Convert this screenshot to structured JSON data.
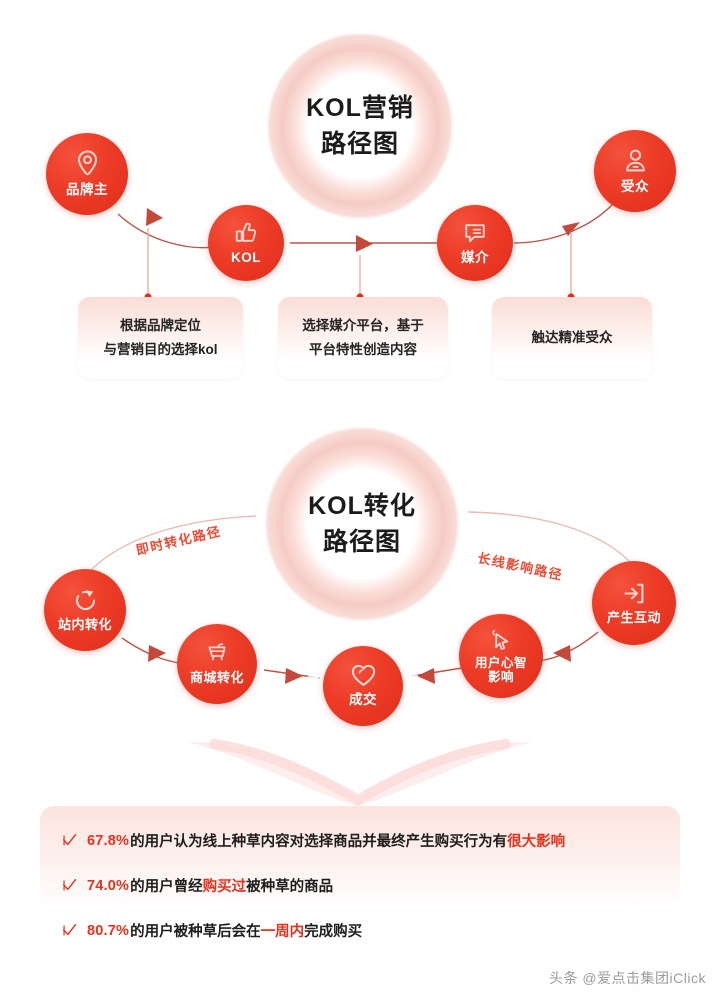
{
  "sections": [
    {
      "id": "kol-marketing",
      "title_line1": "KOL营销",
      "title_line2": "路径图",
      "nodes": [
        {
          "id": "brand",
          "label": "品牌主",
          "icon": "location-pin-icon"
        },
        {
          "id": "kol",
          "label": "KOL",
          "icon": "thumbs-up-icon"
        },
        {
          "id": "media",
          "label": "媒介",
          "icon": "speech-bubble-icon"
        },
        {
          "id": "audience",
          "label": "受众",
          "icon": "person-icon"
        }
      ],
      "cards": [
        {
          "id": "card-brand",
          "text": "根据品牌定位\n与营销目的选择kol"
        },
        {
          "id": "card-media",
          "text": "选择媒介平台，基于\n平台特性创造内容"
        },
        {
          "id": "card-audience",
          "text": "触达精准受众"
        }
      ]
    },
    {
      "id": "kol-conversion",
      "title_line1": "KOL转化",
      "title_line2": "路径图",
      "path_labels": [
        {
          "id": "instant-path",
          "text": "即时转化路径"
        },
        {
          "id": "longterm-path",
          "text": "长线影响路径"
        }
      ],
      "nodes": [
        {
          "id": "onsite",
          "label": "站内转化",
          "icon": "refresh-circular-arrow-icon"
        },
        {
          "id": "mall",
          "label": "商城转化",
          "icon": "shopping-cart-icon"
        },
        {
          "id": "deal",
          "label": "成交",
          "icon": "heart-icon"
        },
        {
          "id": "mindshare",
          "label": "用户心智\n影响",
          "icon": "cursor-click-icon"
        },
        {
          "id": "interaction",
          "label": "产生互动",
          "icon": "login-arrow-icon"
        }
      ]
    }
  ],
  "stats": {
    "icon": "check-mark-icon",
    "rows": [
      {
        "id": "stat-1",
        "percent": "67.8%",
        "parts": [
          {
            "text": "的用户认为线上种草内容对选择商品并最终产生购买行为有",
            "highlight": false
          },
          {
            "text": "很大影响",
            "highlight": true
          }
        ]
      },
      {
        "id": "stat-2",
        "percent": "74.0%",
        "parts": [
          {
            "text": "的用户曾经",
            "highlight": false
          },
          {
            "text": "购买过",
            "highlight": true
          },
          {
            "text": "被种草的商品",
            "highlight": false
          }
        ]
      },
      {
        "id": "stat-3",
        "percent": "80.7%",
        "parts": [
          {
            "text": "的用户被种草后会在",
            "highlight": false
          },
          {
            "text": "一周内",
            "highlight": true
          },
          {
            "text": "完成购买",
            "highlight": false
          }
        ]
      }
    ]
  },
  "footer": {
    "text": "头条 @爱点击集团iClick"
  },
  "colors": {
    "accent_red": "#e8311c",
    "node_red": "#ec3b26",
    "ring_pink": "#f6d4cf",
    "card_pink": "#fbdcd6",
    "text_dark": "#1d1d1d"
  }
}
